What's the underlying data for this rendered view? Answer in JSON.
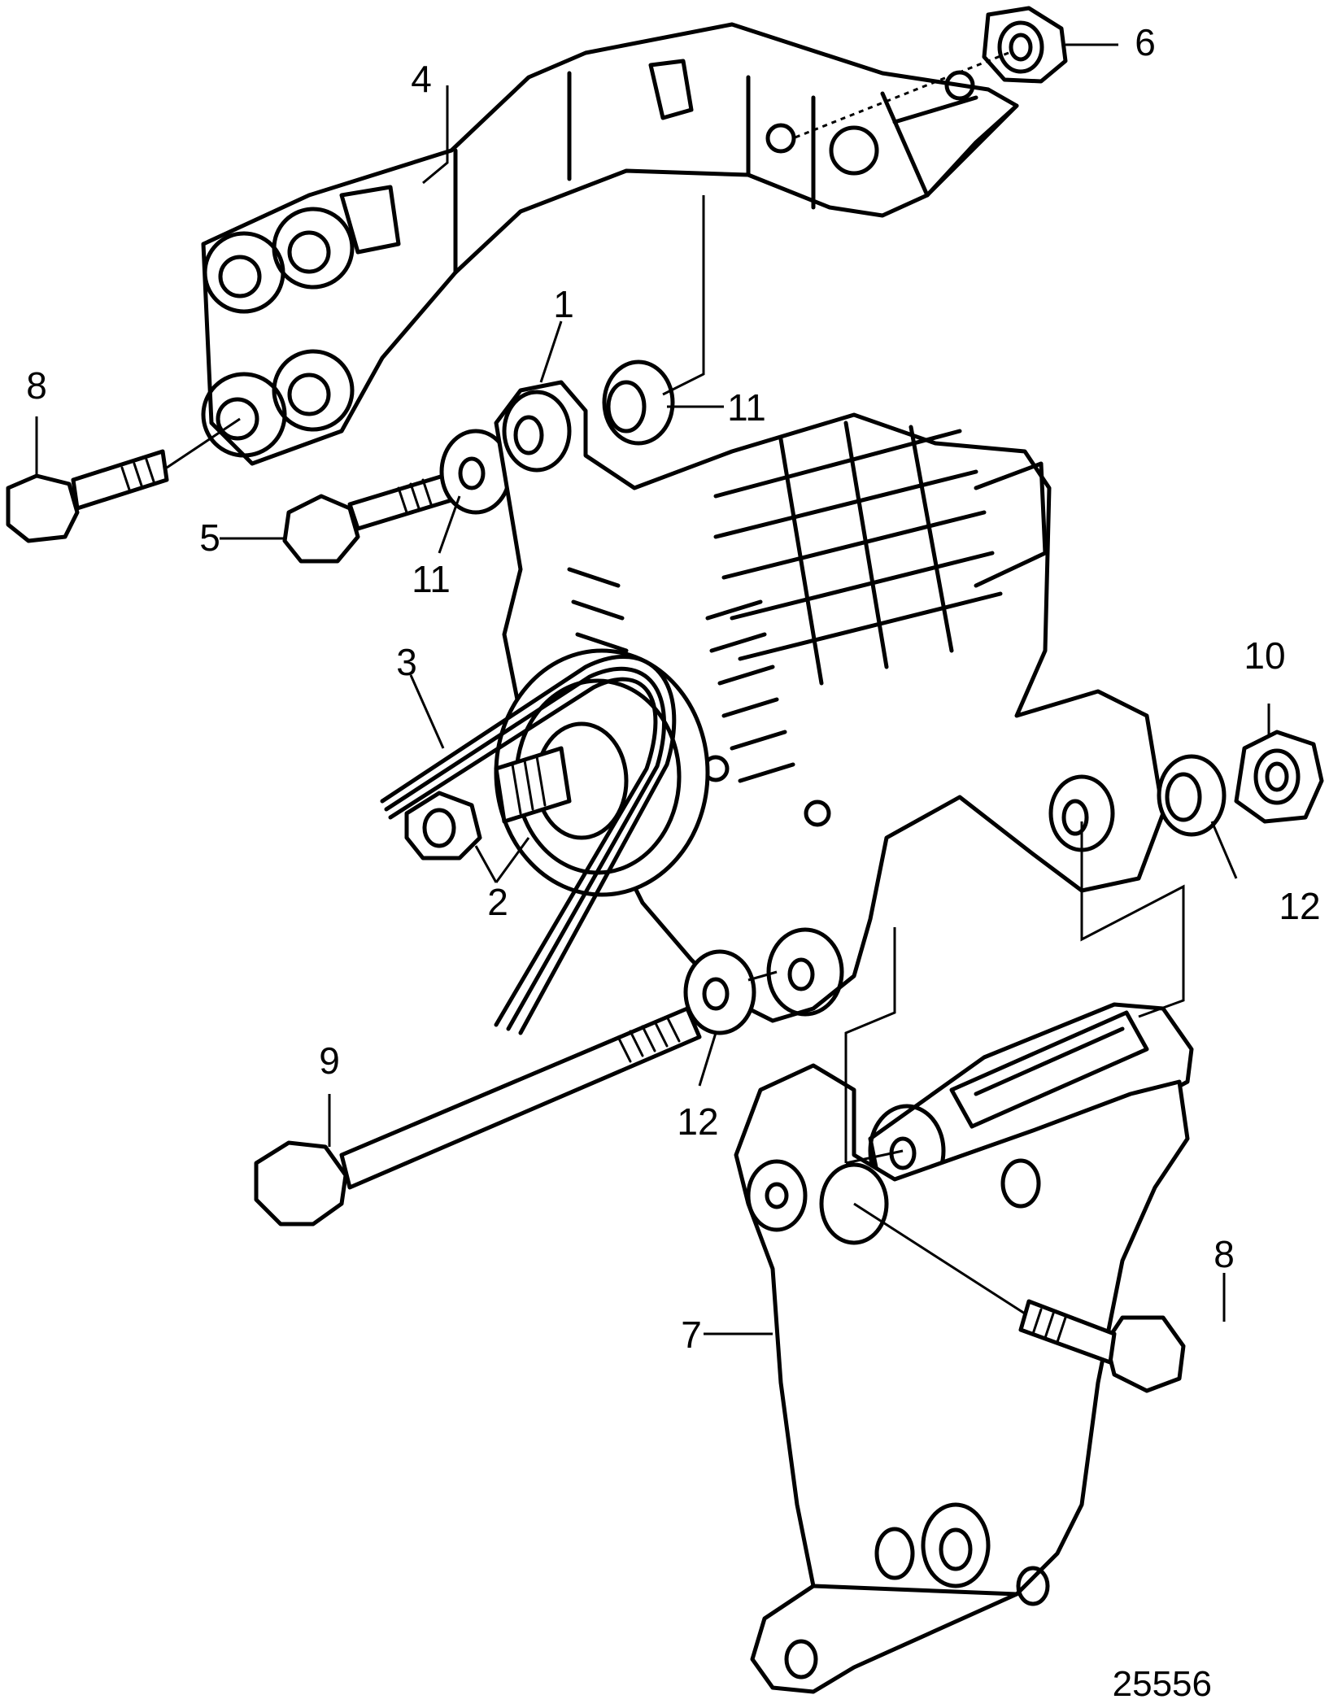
{
  "callouts": {
    "c1": "1",
    "c2": "2",
    "c3": "3",
    "c4": "4",
    "c5": "5",
    "c6": "6",
    "c7": "7",
    "c8_top": "8",
    "c8_bottom": "8",
    "c9": "9",
    "c10": "10",
    "c11_upper": "11",
    "c11_lower": "11",
    "c12_right": "12",
    "c12_lower": "12"
  },
  "figure_number": "25556",
  "colors": {
    "line": "#000000",
    "background": "#ffffff"
  }
}
